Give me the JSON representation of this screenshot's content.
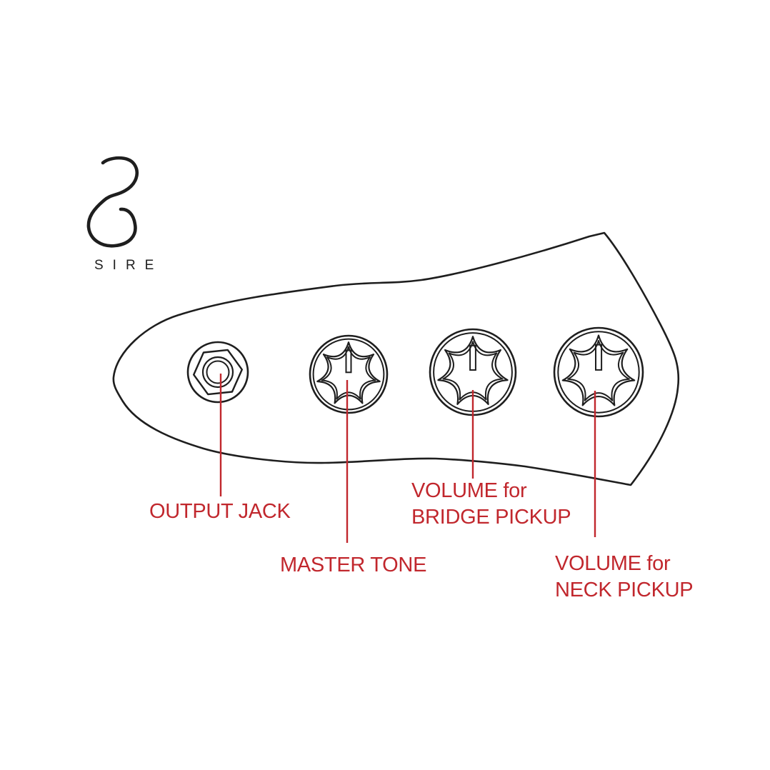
{
  "page": {
    "background": "#FFFFFF"
  },
  "brand": {
    "logo_text": "SIRE",
    "logo_mark": "sire-s-monogram-icon"
  },
  "colors": {
    "outline_black": "#1E1E1E",
    "annotation_red": "#C1272D"
  },
  "annotations": {
    "output_jack": {
      "label": "OUTPUT JACK"
    },
    "master_tone": {
      "label": "MASTER TONE"
    },
    "volume_bridge": {
      "line1": "VOLUME for",
      "line2": "BRIDGE PICKUP"
    },
    "volume_neck": {
      "line1": "VOLUME for",
      "line2": "NECK PICKUP"
    }
  }
}
